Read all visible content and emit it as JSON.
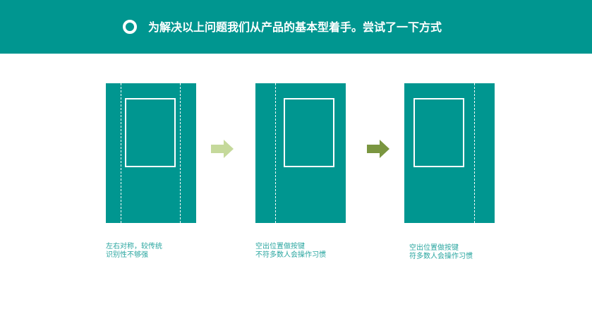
{
  "header": {
    "title": "为解决以上问题我们从产品的基本型着手。尝试了一下方式",
    "bg_color": "#009690",
    "icon": "ring-icon"
  },
  "panels": [
    {
      "caption_line1": "左右对称，较传统",
      "caption_line2": "识别性不够强"
    },
    {
      "caption_line1": "空出位置做按键",
      "caption_line2": "不符多数人会操作习惯"
    },
    {
      "caption_line1": "空出位置做按键",
      "caption_line2": "符多数人会操作习惯"
    }
  ],
  "arrows": [
    {
      "icon": "arrow-right-icon",
      "color": "#c5d99b"
    },
    {
      "icon": "arrow-right-icon",
      "color": "#7a9640"
    }
  ],
  "colors": {
    "panel": "#009690",
    "caption": "#2aa6a0"
  }
}
